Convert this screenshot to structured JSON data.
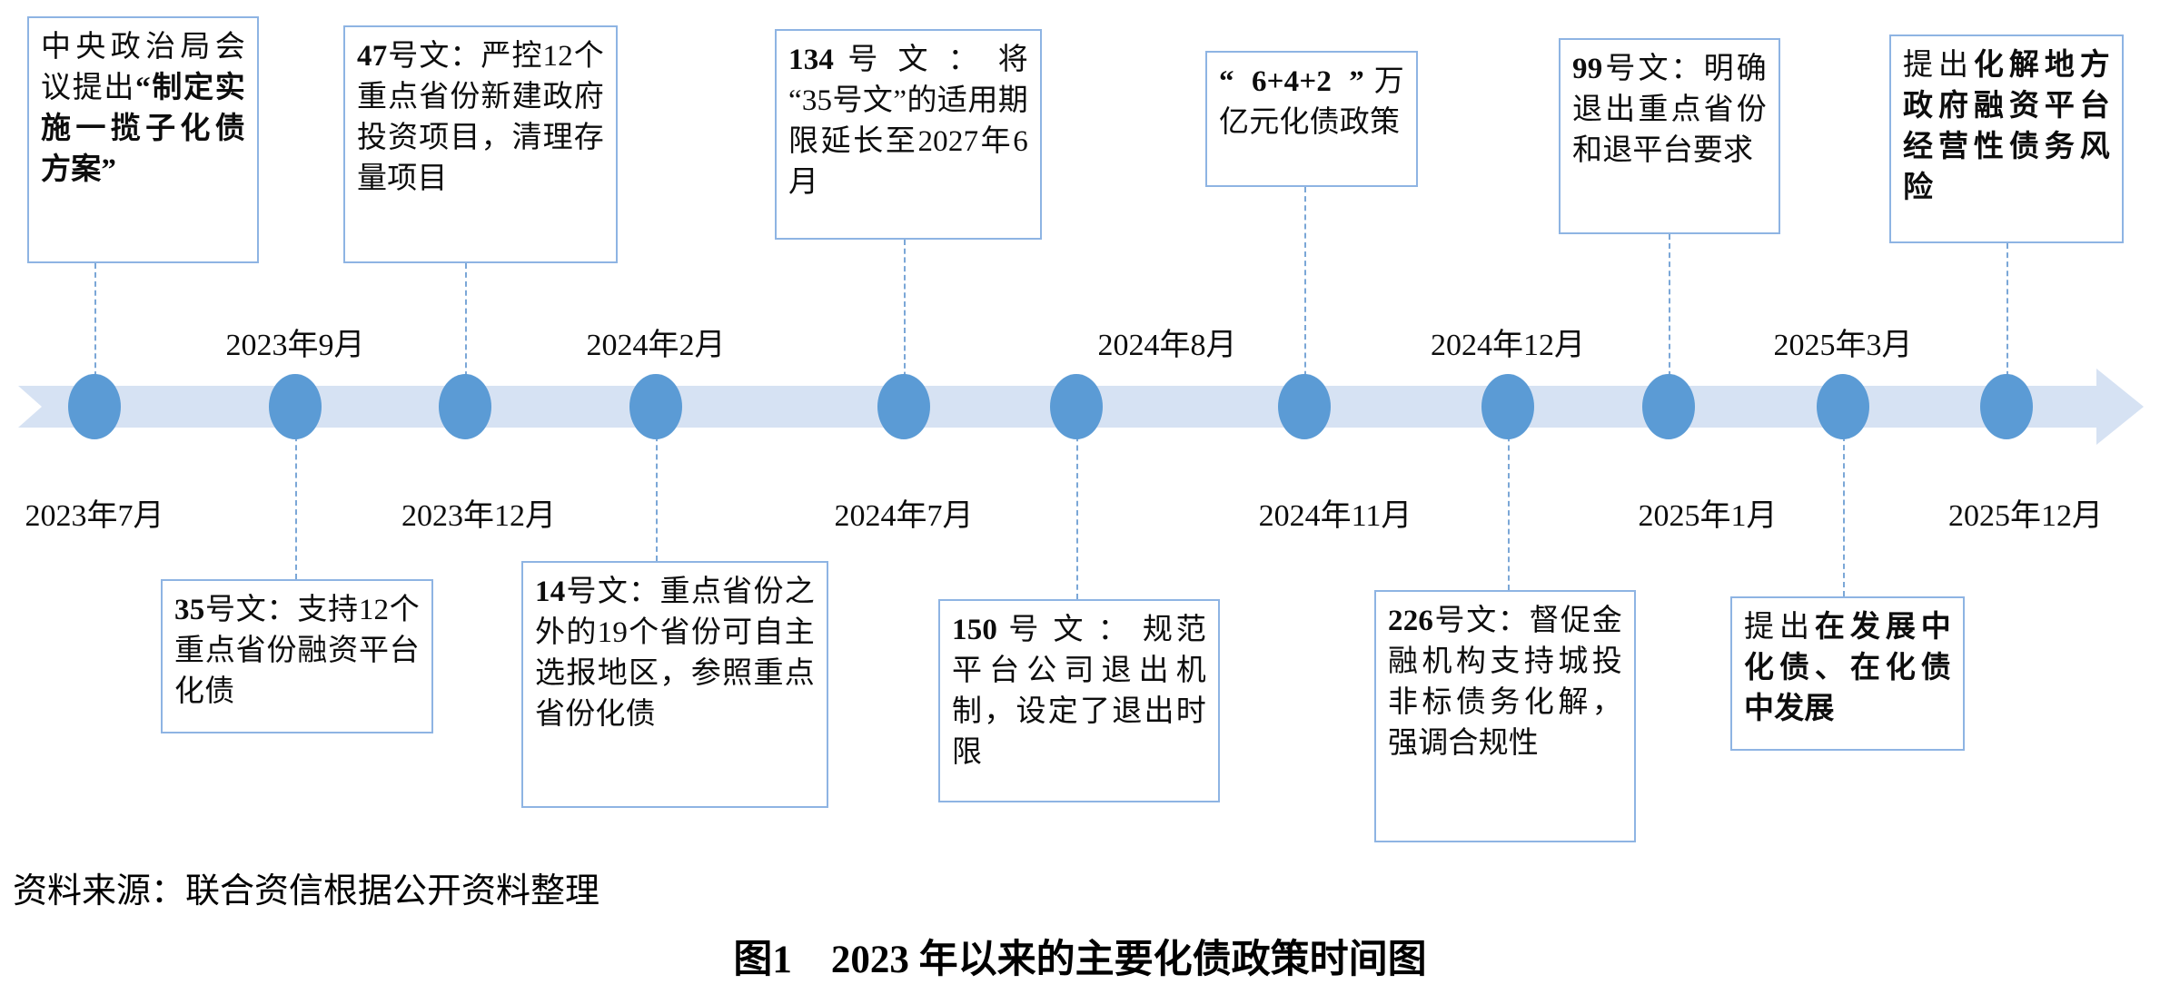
{
  "figure": {
    "source_note": "资料来源：联合资信根据公开资料整理",
    "title": "图1　2023 年以来的主要化债政策时间图"
  },
  "colors": {
    "node_fill": "#5b9bd5",
    "band_fill": "#d6e2f3",
    "box_border": "#8eb4e3",
    "connector": "#7ba7d7",
    "text": "#0d0d0d"
  },
  "timeline": {
    "nodes": [
      {
        "id": "n1",
        "date": "2023年7月",
        "date_side": "below"
      },
      {
        "id": "n2",
        "date": "2023年9月",
        "date_side": "above"
      },
      {
        "id": "n3",
        "date": "2023年12月",
        "date_side": "below"
      },
      {
        "id": "n4",
        "date": "2024年2月",
        "date_side": "above"
      },
      {
        "id": "n5",
        "date": "2024年7月",
        "date_side": "below"
      },
      {
        "id": "n6",
        "date": "2024年8月",
        "date_side": "above"
      },
      {
        "id": "n7",
        "date": "2024年11月",
        "date_side": "below"
      },
      {
        "id": "n8",
        "date": "2024年12月",
        "date_side": "above"
      },
      {
        "id": "n9",
        "date": "2025年1月",
        "date_side": "below"
      },
      {
        "id": "n10",
        "date": "2025年3月",
        "date_side": "above"
      },
      {
        "id": "n11",
        "date": "2025年12月",
        "date_side": "below"
      }
    ]
  },
  "callouts": {
    "top": [
      {
        "id": "c1",
        "plain_prefix": "中央政治局会议提出",
        "bold_part": "“制定实施一揽子化债方案”",
        "plain_suffix": "",
        "full_text": "中央政治局会议提出“制定实施一揽子化债方案”"
      },
      {
        "id": "c2",
        "plain_prefix": "",
        "bold_part": "47",
        "plain_suffix": "号文：严控12个重点省份新建政府投资项目，清理存量项目",
        "full_text": "47号文：严控12个重点省份新建政府投资项目，清理存量项目"
      },
      {
        "id": "c3",
        "plain_prefix": "",
        "bold_part": "134",
        "plain_suffix": " 号 文 ： 将 “35号文” 的适用期限延长至2027年6月",
        "full_text": "134 号文：将“35号文”的适用期限延长至2027年6月"
      },
      {
        "id": "c4",
        "plain_prefix": "",
        "bold_part": "“ 6+4+2 ”",
        "plain_suffix": "万亿元化债政策",
        "full_text": "“ 6+4+2 ”万亿元化债政策"
      },
      {
        "id": "c5",
        "plain_prefix": "",
        "bold_part": "99",
        "plain_suffix": "号文：明确退出重点省份和退平台要求",
        "full_text": "99号文：明确退出重点省份和退平台要求"
      },
      {
        "id": "c6",
        "plain_prefix": "提出",
        "bold_part": "化解地方政府融资平台经营性债务风险",
        "plain_suffix": "",
        "full_text": "提出化解地方政府融资平台经营性债务风险"
      }
    ],
    "bottom": [
      {
        "id": "c7",
        "plain_prefix": "",
        "bold_part": "35",
        "plain_suffix": "号文：支持12个重点省份融资平台化债",
        "full_text": "35号文：支持12个重点省份融资平台化债"
      },
      {
        "id": "c8",
        "plain_prefix": "",
        "bold_part": "14",
        "plain_suffix": "号文：重点省份之外的19个省份可自主选报地区，参照重点省份化债",
        "full_text": "14号文：重点省份之外的19个省份可自主选报地区，参照重点省份化债"
      },
      {
        "id": "c9",
        "plain_prefix": "",
        "bold_part": "150",
        "plain_suffix": " 号 文 ： 规范平台公司退出机制，设定了退出时限",
        "full_text": "150 号文：规范平台公司退出机制，设定了退出时限"
      },
      {
        "id": "c10",
        "plain_prefix": "",
        "bold_part": "226",
        "plain_suffix": "号文：督促金融机构支持城投非标债务化解，强调合规性",
        "full_text": "226号文：督促金融机构支持城投非标债务化解，强调合规性"
      },
      {
        "id": "c11",
        "plain_prefix": "提出",
        "bold_part": "在发展中化债、在化债中发展",
        "plain_suffix": "",
        "full_text": "提出在发展中化债、在化债中发展"
      }
    ]
  }
}
